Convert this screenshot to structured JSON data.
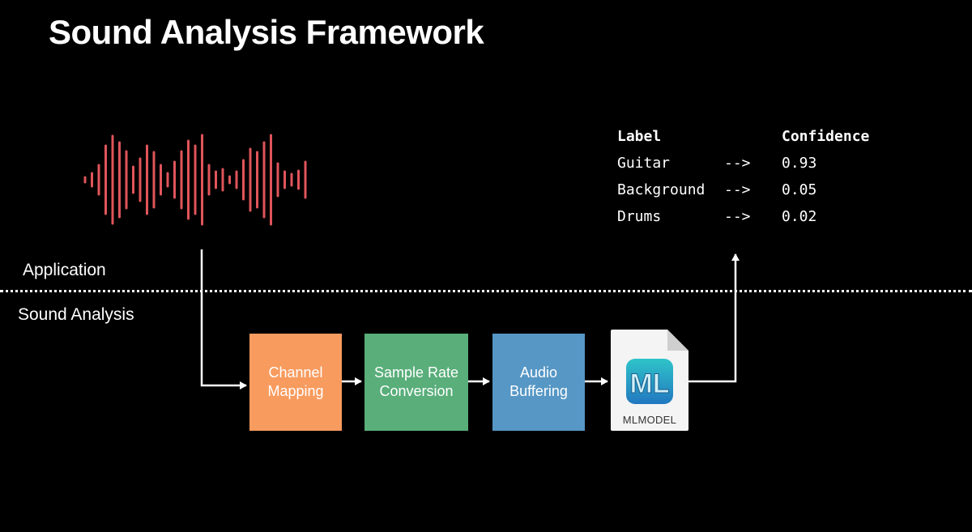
{
  "title": "Sound Analysis Framework",
  "regions": {
    "top": "Application",
    "bottom": "Sound Analysis"
  },
  "pipeline": [
    {
      "line1": "Channel",
      "line2": "Mapping",
      "color": "#F89B5E"
    },
    {
      "line1": "Sample Rate",
      "line2": "Conversion",
      "color": "#59AE7A"
    },
    {
      "line1": "Audio",
      "line2": "Buffering",
      "color": "#5697C5"
    }
  ],
  "model": {
    "icon": "ml-model-file-icon",
    "caption": "MLMODEL",
    "badge_text": "ML"
  },
  "waveform": {
    "icon": "audio-waveform-icon",
    "color": "#E0555A"
  },
  "results": {
    "header": {
      "label": "Label",
      "confidence": "Confidence"
    },
    "arrow": "-->",
    "rows": [
      {
        "label": "Guitar",
        "confidence": "0.93"
      },
      {
        "label": "Background",
        "confidence": "0.05"
      },
      {
        "label": "Drums",
        "confidence": "0.02"
      }
    ]
  }
}
